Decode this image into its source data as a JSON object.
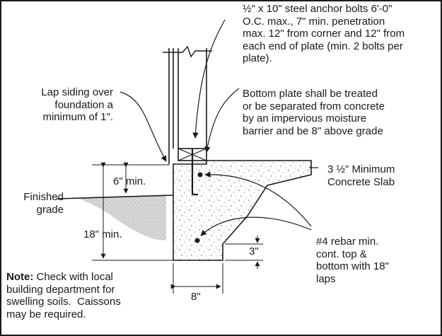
{
  "labels": {
    "anchor_bolts": "½\" x 10\" steel anchor bolts 6'-0\"\nO.C. max., 7\" min. penetration\nmax. 12\" from corner and 12\" from\neach end of plate (min. 2 bolts per\nplate).",
    "bottom_plate": "Bottom plate shall be treated\nor be separated from concrete\nby an impervious moisture\nbarrier and be 8\" above grade",
    "lap_siding": "Lap siding over\nfoundation a\nminimum of 1\".",
    "slab": "3 ½\" Minimum\nConcrete Slab",
    "six_min": "6\" min.",
    "finished_grade": "Finished\ngrade",
    "eighteen_min": "18\" min.",
    "rebar": "#4 rebar min.\ncont. top &\nbottom with 18\"\nlaps",
    "three_in": "3\"",
    "eight_in": "8\"",
    "note_heading": "Note:",
    "note_body": " Check with local\nbuilding department for\nswelling soils.  Caissons\nmay be required."
  },
  "colors": {
    "line": "#1a1a1a",
    "concrete_dots": "#555555",
    "soil": "#cfcfcf"
  }
}
